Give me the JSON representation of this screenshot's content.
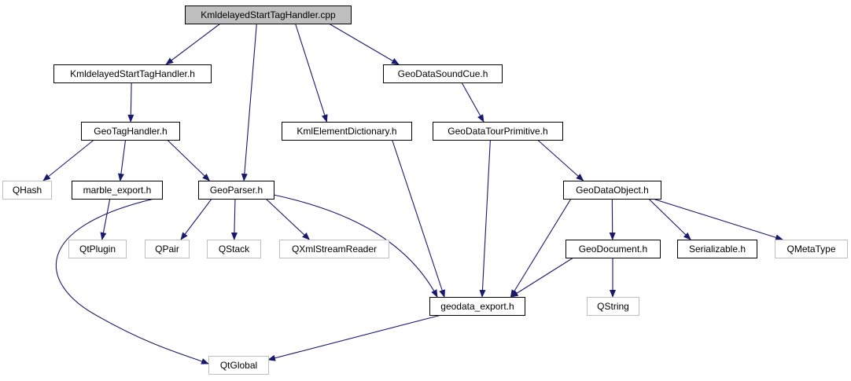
{
  "diagram": {
    "type": "include-dependency-graph",
    "colors": {
      "edge": "#191970",
      "root_fill": "#bfbfbf",
      "root_border": "#000000",
      "internal_border": "#000000",
      "external_border": "#bfbfbf",
      "node_fill": "#ffffff"
    },
    "nodes": [
      {
        "id": "root",
        "label": "KmldelayedStartTagHandler.cpp",
        "kind": "root"
      },
      {
        "id": "kdh",
        "label": "KmldelayedStartTagHandler.h",
        "kind": "internal"
      },
      {
        "id": "sound",
        "label": "GeoDataSoundCue.h",
        "kind": "internal"
      },
      {
        "id": "tag",
        "label": "GeoTagHandler.h",
        "kind": "internal"
      },
      {
        "id": "dict",
        "label": "KmlElementDictionary.h",
        "kind": "internal"
      },
      {
        "id": "tour",
        "label": "GeoDataTourPrimitive.h",
        "kind": "internal"
      },
      {
        "id": "qhash",
        "label": "QHash",
        "kind": "external"
      },
      {
        "id": "marble",
        "label": "marble_export.h",
        "kind": "internal"
      },
      {
        "id": "parser",
        "label": "GeoParser.h",
        "kind": "internal"
      },
      {
        "id": "object",
        "label": "GeoDataObject.h",
        "kind": "internal"
      },
      {
        "id": "qtplugin",
        "label": "QtPlugin",
        "kind": "external"
      },
      {
        "id": "qpair",
        "label": "QPair",
        "kind": "external"
      },
      {
        "id": "qstack",
        "label": "QStack",
        "kind": "external"
      },
      {
        "id": "qxml",
        "label": "QXmlStreamReader",
        "kind": "external"
      },
      {
        "id": "doc",
        "label": "GeoDocument.h",
        "kind": "internal"
      },
      {
        "id": "serial",
        "label": "Serializable.h",
        "kind": "internal"
      },
      {
        "id": "qmeta",
        "label": "QMetaType",
        "kind": "external"
      },
      {
        "id": "gexport",
        "label": "geodata_export.h",
        "kind": "internal"
      },
      {
        "id": "qstring",
        "label": "QString",
        "kind": "external"
      },
      {
        "id": "qtglobal",
        "label": "QtGlobal",
        "kind": "external"
      }
    ],
    "edges": [
      {
        "from": "root",
        "to": "kdh"
      },
      {
        "from": "root",
        "to": "parser"
      },
      {
        "from": "root",
        "to": "dict"
      },
      {
        "from": "root",
        "to": "sound"
      },
      {
        "from": "kdh",
        "to": "tag"
      },
      {
        "from": "tag",
        "to": "qhash"
      },
      {
        "from": "tag",
        "to": "marble"
      },
      {
        "from": "tag",
        "to": "parser"
      },
      {
        "from": "marble",
        "to": "qtplugin"
      },
      {
        "from": "marble",
        "to": "qtglobal"
      },
      {
        "from": "parser",
        "to": "qpair"
      },
      {
        "from": "parser",
        "to": "qstack"
      },
      {
        "from": "parser",
        "to": "qxml"
      },
      {
        "from": "parser",
        "to": "gexport"
      },
      {
        "from": "dict",
        "to": "gexport"
      },
      {
        "from": "sound",
        "to": "tour"
      },
      {
        "from": "tour",
        "to": "gexport"
      },
      {
        "from": "tour",
        "to": "object"
      },
      {
        "from": "object",
        "to": "gexport"
      },
      {
        "from": "object",
        "to": "doc"
      },
      {
        "from": "object",
        "to": "serial"
      },
      {
        "from": "object",
        "to": "qmeta"
      },
      {
        "from": "doc",
        "to": "gexport"
      },
      {
        "from": "doc",
        "to": "qstring"
      },
      {
        "from": "gexport",
        "to": "qtglobal"
      }
    ]
  }
}
